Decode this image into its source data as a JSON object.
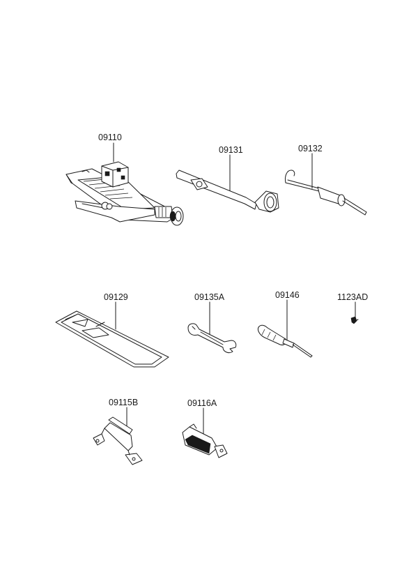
{
  "parts": {
    "jack": {
      "code": "09110",
      "icon": "scissor-jack-icon"
    },
    "jack_handle": {
      "code": "09131",
      "icon": "jack-handle-icon"
    },
    "hook_rod": {
      "code": "09132",
      "icon": "hook-rod-icon"
    },
    "tool_bag": {
      "code": "09129",
      "icon": "tool-bag-icon"
    },
    "wrench": {
      "code": "09135A",
      "icon": "wrench-icon"
    },
    "screwdriver": {
      "code": "09146",
      "icon": "screwdriver-icon"
    },
    "screw": {
      "code": "1123AD",
      "icon": "screw-icon"
    },
    "bracket_b": {
      "code": "09115B",
      "icon": "bracket-icon"
    },
    "bracket_a": {
      "code": "09116A",
      "icon": "bracket-icon"
    }
  },
  "colors": {
    "line": "#1a1a1a",
    "background": "#ffffff"
  }
}
